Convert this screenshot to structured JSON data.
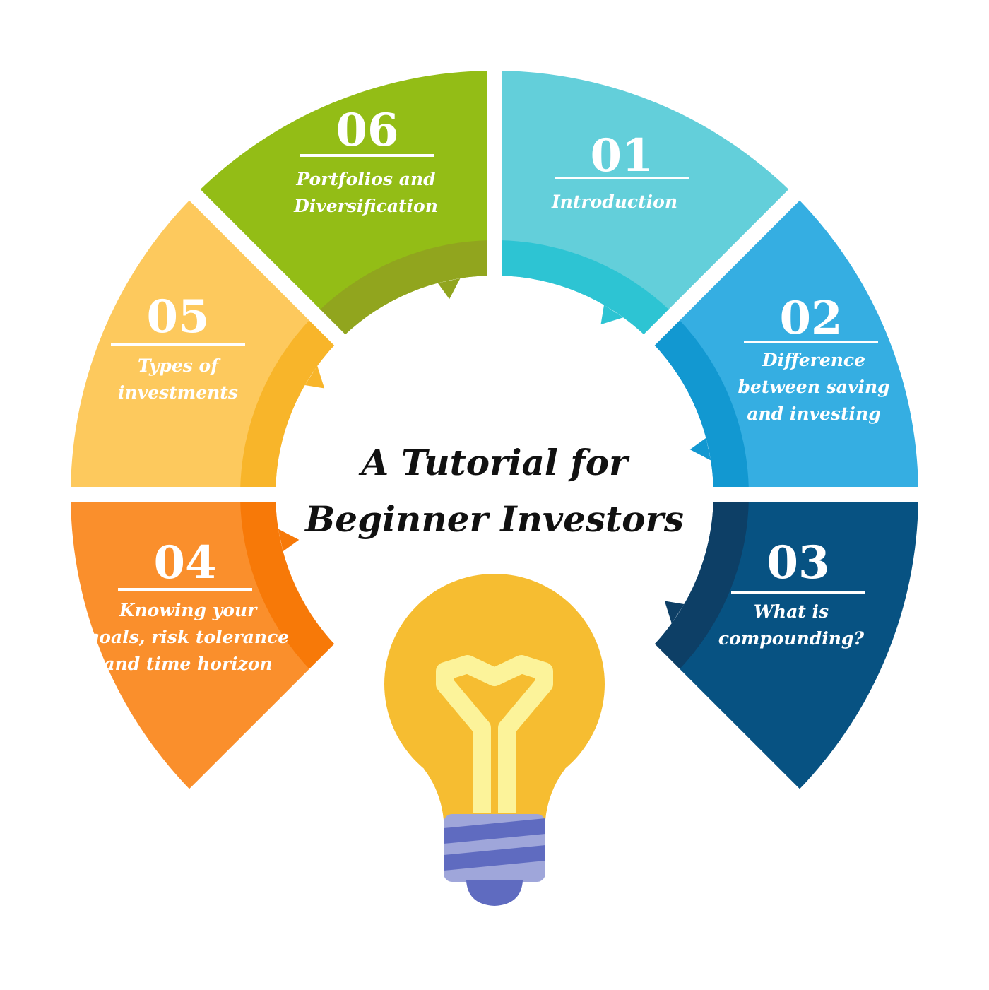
{
  "title": {
    "line1": "A Tutorial for",
    "line2": "Beginner Investors"
  },
  "steps": [
    {
      "number": "01",
      "label": [
        "Introduction"
      ],
      "color": "#63CFDA",
      "shade": "#2DC4D3"
    },
    {
      "number": "02",
      "label": [
        "Difference",
        "between saving",
        "and investing"
      ],
      "color": "#35AEE2",
      "shade": "#1298D1"
    },
    {
      "number": "03",
      "label": [
        "What is",
        "compounding?"
      ],
      "color": "#075282",
      "shade": "#0D3F66"
    },
    {
      "number": "04",
      "label": [
        "Knowing your",
        "goals, risk tolerance",
        "and time horizon"
      ],
      "color": "#FA8F2C",
      "shade": "#F77908"
    },
    {
      "number": "05",
      "label": [
        "Types of",
        "investments"
      ],
      "color": "#FDC95D",
      "shade": "#F8B52A"
    },
    {
      "number": "06",
      "label": [
        "Portfolios and",
        "Diversification"
      ],
      "color": "#93BD16",
      "shade": "#91A51E"
    }
  ],
  "bulb": {
    "icon": "light-bulb-icon",
    "glass_color": "#F6BD31",
    "filament_color": "#FCF39A",
    "base_color": "#9FA6DA",
    "base_stripe_color": "#5F6BC0"
  }
}
